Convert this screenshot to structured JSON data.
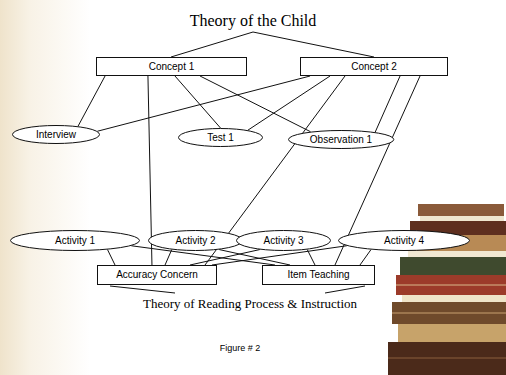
{
  "diagram": {
    "title": "Theory of the Child",
    "caption": "Figure # 2",
    "nodes": [
      {
        "text": [
          "Concept 1"
        ]
      },
      {
        "text": [
          "Concept 2"
        ]
      },
      {
        "text": [
          "Interview"
        ]
      },
      {
        "text": [
          "Test 1"
        ]
      },
      {
        "text": [
          "Observation 1"
        ]
      },
      {
        "text": [
          "Activity 1"
        ]
      },
      {
        "text": [
          "Activity 2"
        ]
      },
      {
        "text": [
          "Activity 3"
        ]
      },
      {
        "text": [
          "Activity 4"
        ]
      },
      {
        "text": [
          "Accuracy Concern"
        ]
      },
      {
        "text": [
          "Item Teaching"
        ]
      }
    ],
    "edges": [
      {
        "from": 0,
        "to": 2,
        "arrow": "none"
      },
      {
        "from": 0,
        "to": 3,
        "arrow": "none"
      },
      {
        "from": 0,
        "to": 4,
        "arrow": "none"
      },
      {
        "from": 0,
        "to": 9,
        "arrow": "none"
      },
      {
        "from": 1,
        "to": 2,
        "arrow": "none"
      },
      {
        "from": 1,
        "to": 3,
        "arrow": "none"
      },
      {
        "from": 1,
        "to": 4,
        "arrow": "none"
      },
      {
        "from": 1,
        "to": 9,
        "arrow": "none"
      },
      {
        "from": 1,
        "to": 10,
        "arrow": "none"
      },
      {
        "from": 5,
        "to": 9,
        "arrow": "none"
      },
      {
        "from": 5,
        "to": 10,
        "arrow": "none"
      },
      {
        "from": 6,
        "to": 9,
        "arrow": "none"
      },
      {
        "from": 6,
        "to": 10,
        "arrow": "none"
      },
      {
        "from": 7,
        "to": 9,
        "arrow": "none"
      },
      {
        "from": 7,
        "to": 10,
        "arrow": "none"
      },
      {
        "from": 8,
        "to": 9,
        "arrow": "none"
      },
      {
        "from": 8,
        "to": 10,
        "arrow": "none"
      }
    ],
    "labels": [
      "Theory of Reading Process & Instruction"
    ]
  }
}
